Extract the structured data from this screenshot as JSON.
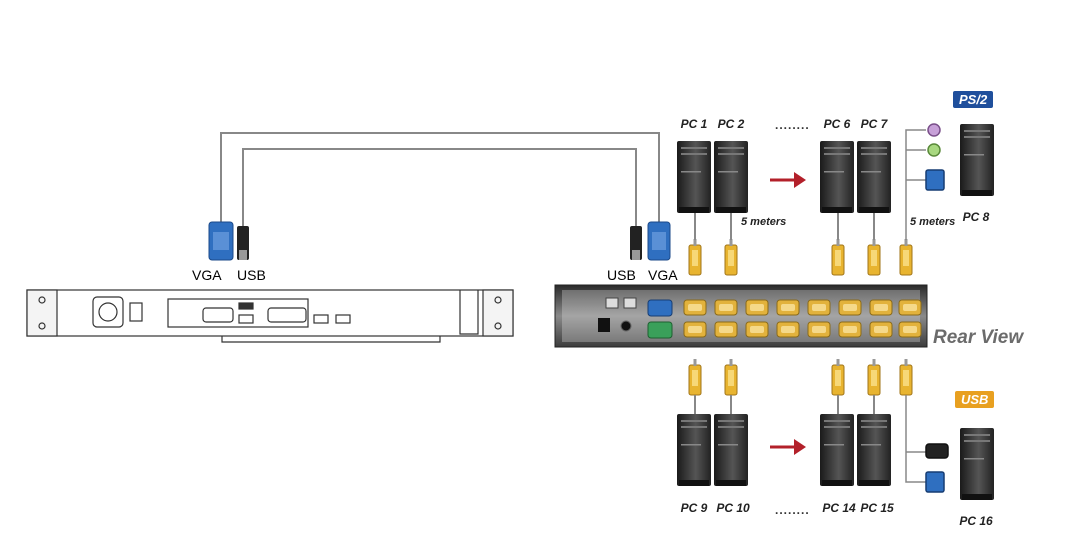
{
  "cable_labels": {
    "left_vga": "VGA",
    "left_usb": "USB",
    "right_usb": "USB",
    "right_vga": "VGA"
  },
  "top_pcs": [
    "PC 1",
    "PC 2",
    "PC 6",
    "PC 7"
  ],
  "top_ellipsis": "........",
  "top_meters_left": "5 meters",
  "top_meters_right": "5 meters",
  "ps2_pc": "PC 8",
  "ps2_badge": "PS/2",
  "rear_view": "Rear View",
  "bottom_pcs": [
    "PC 9",
    "PC 10",
    "PC 14",
    "PC 15"
  ],
  "bottom_ellipsis": "........",
  "usb_pc": "PC 16",
  "usb_badge": "USB",
  "colors": {
    "vga_blue": "#2f6fc0",
    "cable_gold": "#e8b430",
    "arrow_red": "#b3202a",
    "ps2_badge_bg": "#1f4f9c",
    "usb_badge_bg": "#e8a020",
    "panel_dark": "#3a3a3a"
  }
}
